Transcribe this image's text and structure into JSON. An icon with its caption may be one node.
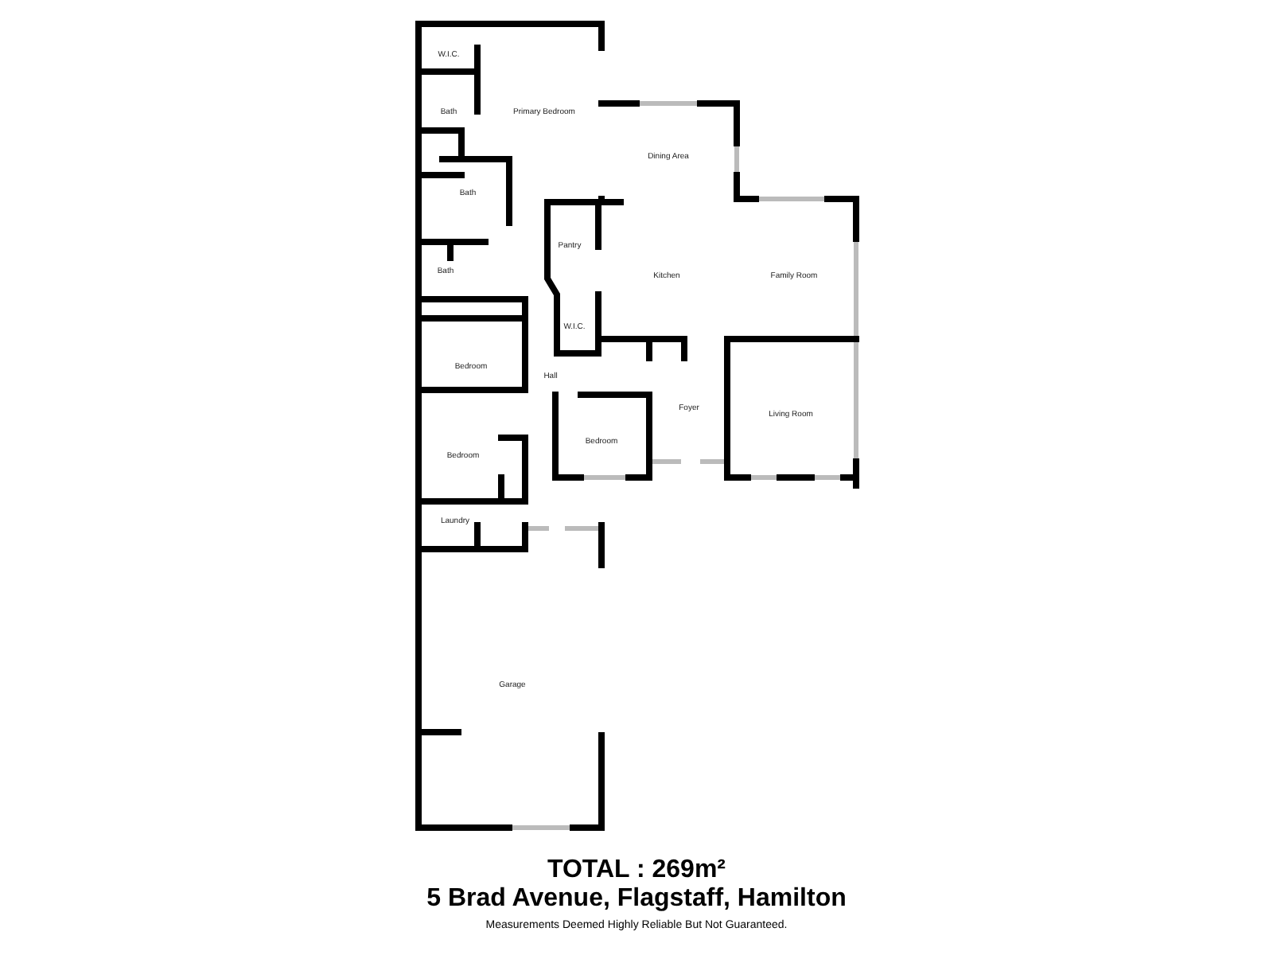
{
  "diagram": {
    "title": "TOTAL : 269m²",
    "labels": [
      "W.I.C.",
      "Primary Bedroom",
      "Bath",
      "Dining Area",
      "Bath",
      "Pantry",
      "Kitchen",
      "Family Room",
      "Bath",
      "W.I.C.",
      "Bedroom",
      "Hall",
      "Foyer",
      "Living Room",
      "Bedroom",
      "Bedroom",
      "Laundry",
      "Garage",
      "5 Brad Avenue, Flagstaff, Hamilton"
    ],
    "caption": "Measurements Deemed Highly Reliable But Not Guaranteed."
  }
}
